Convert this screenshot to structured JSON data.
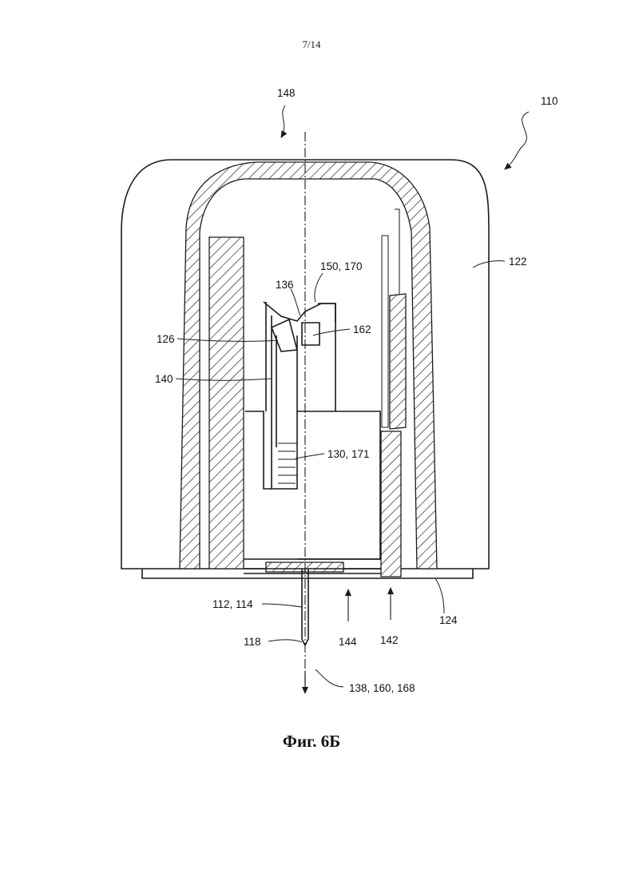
{
  "page_number": "7/14",
  "caption": "Фиг. 6Б",
  "labels": {
    "l110": "110",
    "l148": "148",
    "l122": "122",
    "l150_170": "150, 170",
    "l136": "136",
    "l162": "162",
    "l126": "126",
    "l140": "140",
    "l130_171": "130, 171",
    "l112_114": "112, 114",
    "l124": "124",
    "l118": "118",
    "l144": "144",
    "l142": "142",
    "l138_160_168": "138, 160, 168"
  }
}
